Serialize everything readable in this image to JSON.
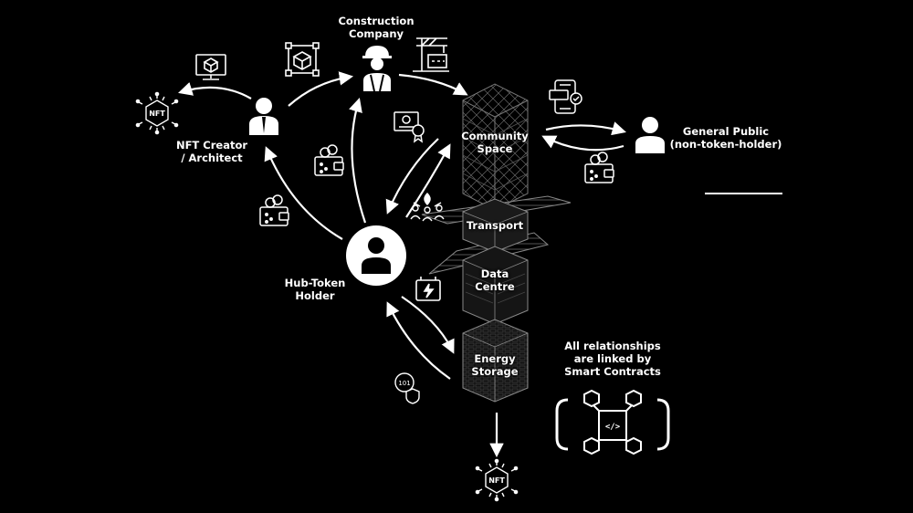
{
  "nodes": {
    "construction_company": [
      "Construction",
      "Company"
    ],
    "nft_creator": [
      "NFT Creator",
      "/ Architect"
    ],
    "hub_token_holder": [
      "Hub-Token",
      "Holder"
    ],
    "general_public": [
      "General Public",
      "(non-token-holder)"
    ]
  },
  "tower_blocks": {
    "community_space": [
      "Community",
      "Space"
    ],
    "transport": [
      "Transport"
    ],
    "data_centre": [
      "Data",
      "Centre"
    ],
    "energy_storage": [
      "Energy",
      "Storage"
    ]
  },
  "smart_contracts_note": [
    "All relationships",
    "are linked by",
    "Smart Contracts"
  ],
  "icons": {
    "nft_badge_text": "NFT",
    "code_text": "</>"
  },
  "colors": {
    "background": "#000000",
    "foreground": "#ffffff"
  }
}
